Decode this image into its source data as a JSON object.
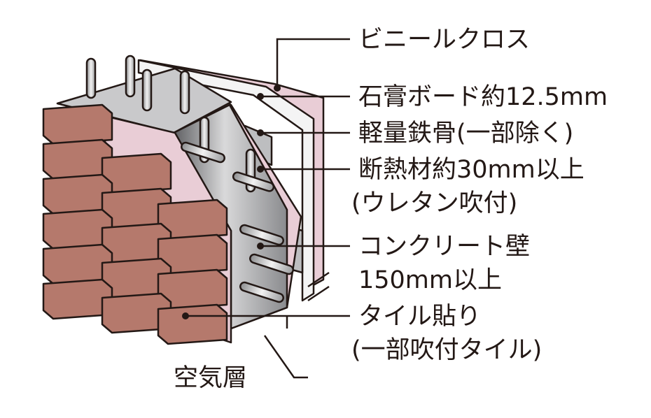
{
  "labels": {
    "vinyl_cloth": "ビニールクロス",
    "gypsum_board": "石膏ボード約12.5mm",
    "light_steel": "軽量鉄骨(一部除く)",
    "insulation_1": "断熱材約30mm以上",
    "insulation_2": "(ウレタン吹付)",
    "concrete_1": "コンクリート壁",
    "concrete_2": "150mm以上",
    "tile_1": "タイル貼り",
    "tile_2": "(一部吹付タイル)",
    "air_layer": "空気層"
  },
  "colors": {
    "brick": "#b5796c",
    "pink_layer": "#e9cdd6",
    "concrete": "#7c7d80",
    "board": "#f4f4f4",
    "line": "#231815"
  }
}
